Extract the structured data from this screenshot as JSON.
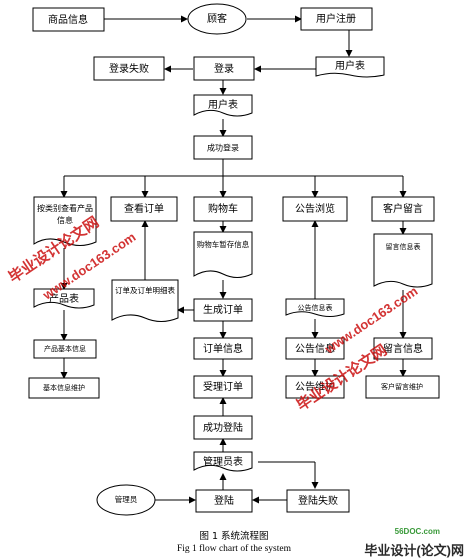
{
  "diagram": {
    "nodes": {
      "shangpin": "商品信息",
      "guke": "顾客",
      "zhuce": "用户注册",
      "dlsb": "登录失败",
      "denglu": "登录",
      "yhb1": "用户表",
      "yhb2": "用户表",
      "cgdl": "成功登录",
      "fenlei": "按类别查看产品信息",
      "ckdd": "查看订单",
      "gwc": "购物车",
      "ggll": "公告浏览",
      "khly": "客户留言",
      "gwczc": "购物车暂存信息",
      "lyxxb": "留言信息表",
      "ddmx": "订单及订单明细表",
      "scdd": "生成订单",
      "ggxxb": "公告信息表",
      "cpb": "产品表",
      "cpjb": "产品基本信息",
      "ddxx": "订单信息",
      "ggxx": "公告信息",
      "lyxx": "留言信息",
      "jbwh": "基本信息维护",
      "sldd": "受理订单",
      "ggwh": "公告维护",
      "khlywh": "客户留言维护",
      "cgdl2": "成功登陆",
      "glyb": "管理员表",
      "gly": "管理员",
      "dl2": "登陆",
      "dlsb2": "登陆失败"
    },
    "caption_cn": "图 1  系统流程图",
    "caption_en": "Fig 1    flow chart of the system"
  },
  "watermarks": {
    "wm1": "毕业设计论文网",
    "wm2": "www.doc163.com",
    "wm3": "毕业设计论文网",
    "wm4": "www.doc163.com",
    "site": "毕业设计(论文)网",
    "site_domain": "56DOC.com"
  }
}
